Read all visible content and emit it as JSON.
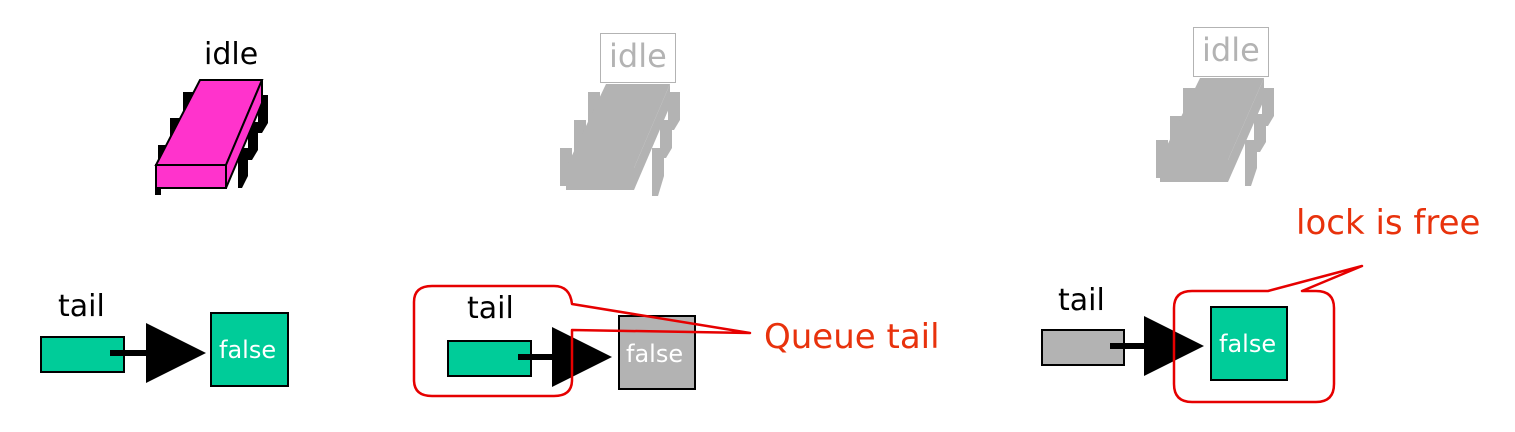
{
  "panels": [
    {
      "processor_label": "idle",
      "tail_label": "tail",
      "node_value": "false"
    },
    {
      "processor_label": "idle",
      "tail_label": "tail",
      "node_value": "false",
      "callout": "Queue tail"
    },
    {
      "processor_label": "idle",
      "tail_label": "tail",
      "node_value": "false",
      "callout": "lock is free"
    }
  ],
  "colors": {
    "active_processor": "#ff33cc",
    "inactive": "#b3b3b3",
    "queue_green": "#00cc99",
    "callout_red": "#e8320c",
    "outline_red": "#e60000"
  }
}
